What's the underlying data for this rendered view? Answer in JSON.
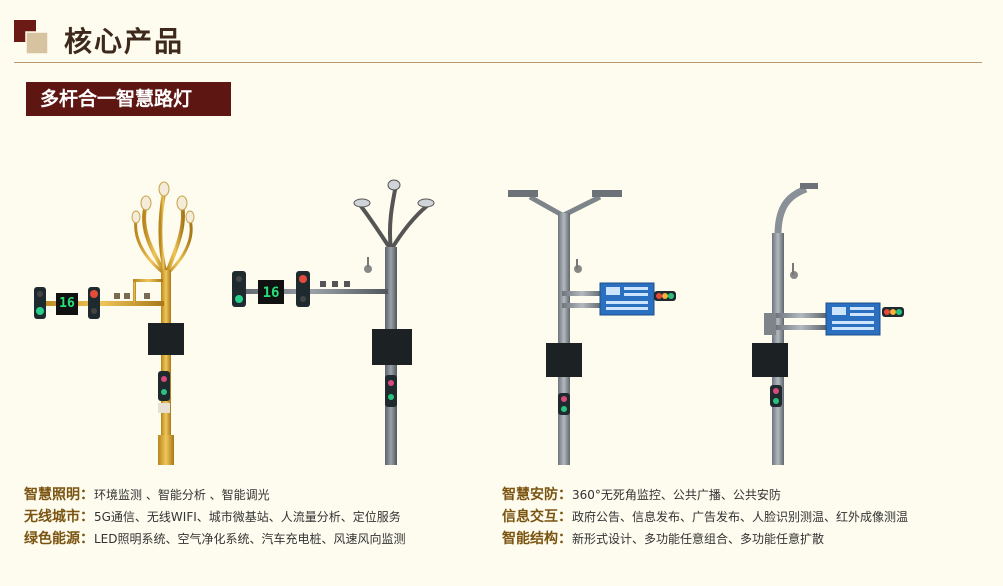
{
  "header": {
    "title": "核心产品"
  },
  "section": {
    "tag": "多杆合一智慧路灯"
  },
  "signals": {
    "countdown": "16"
  },
  "features": {
    "left": [
      {
        "label": "智慧照明：",
        "text": "环境监测 、智能分析 、智能调光"
      },
      {
        "label": "无线城市：",
        "text": "5G通信、无线WIFI、城市微基站、人流量分析、定位服务"
      },
      {
        "label": "绿色能源：",
        "text": "LED照明系统、空气净化系统、汽车充电桩、风速风向监测"
      }
    ],
    "right": [
      {
        "label": "智慧安防：",
        "text": "360°无死角监控、公共广播、公共安防"
      },
      {
        "label": "信息交互：",
        "text": "政府公告、信息发布、广告发布、人脸识别测温、红外成像测温"
      },
      {
        "label": "智能结构：",
        "text": "新形式设计、多功能任意组合、多功能任意扩散"
      }
    ]
  },
  "colors": {
    "brand_dark": "#5e1612",
    "title_text": "#3d2a1c",
    "label_gold": "#7a5410",
    "pole_gold": "#d9a93a",
    "pole_gray": "#8a9097",
    "screen_blue": "#2a6fc0"
  }
}
